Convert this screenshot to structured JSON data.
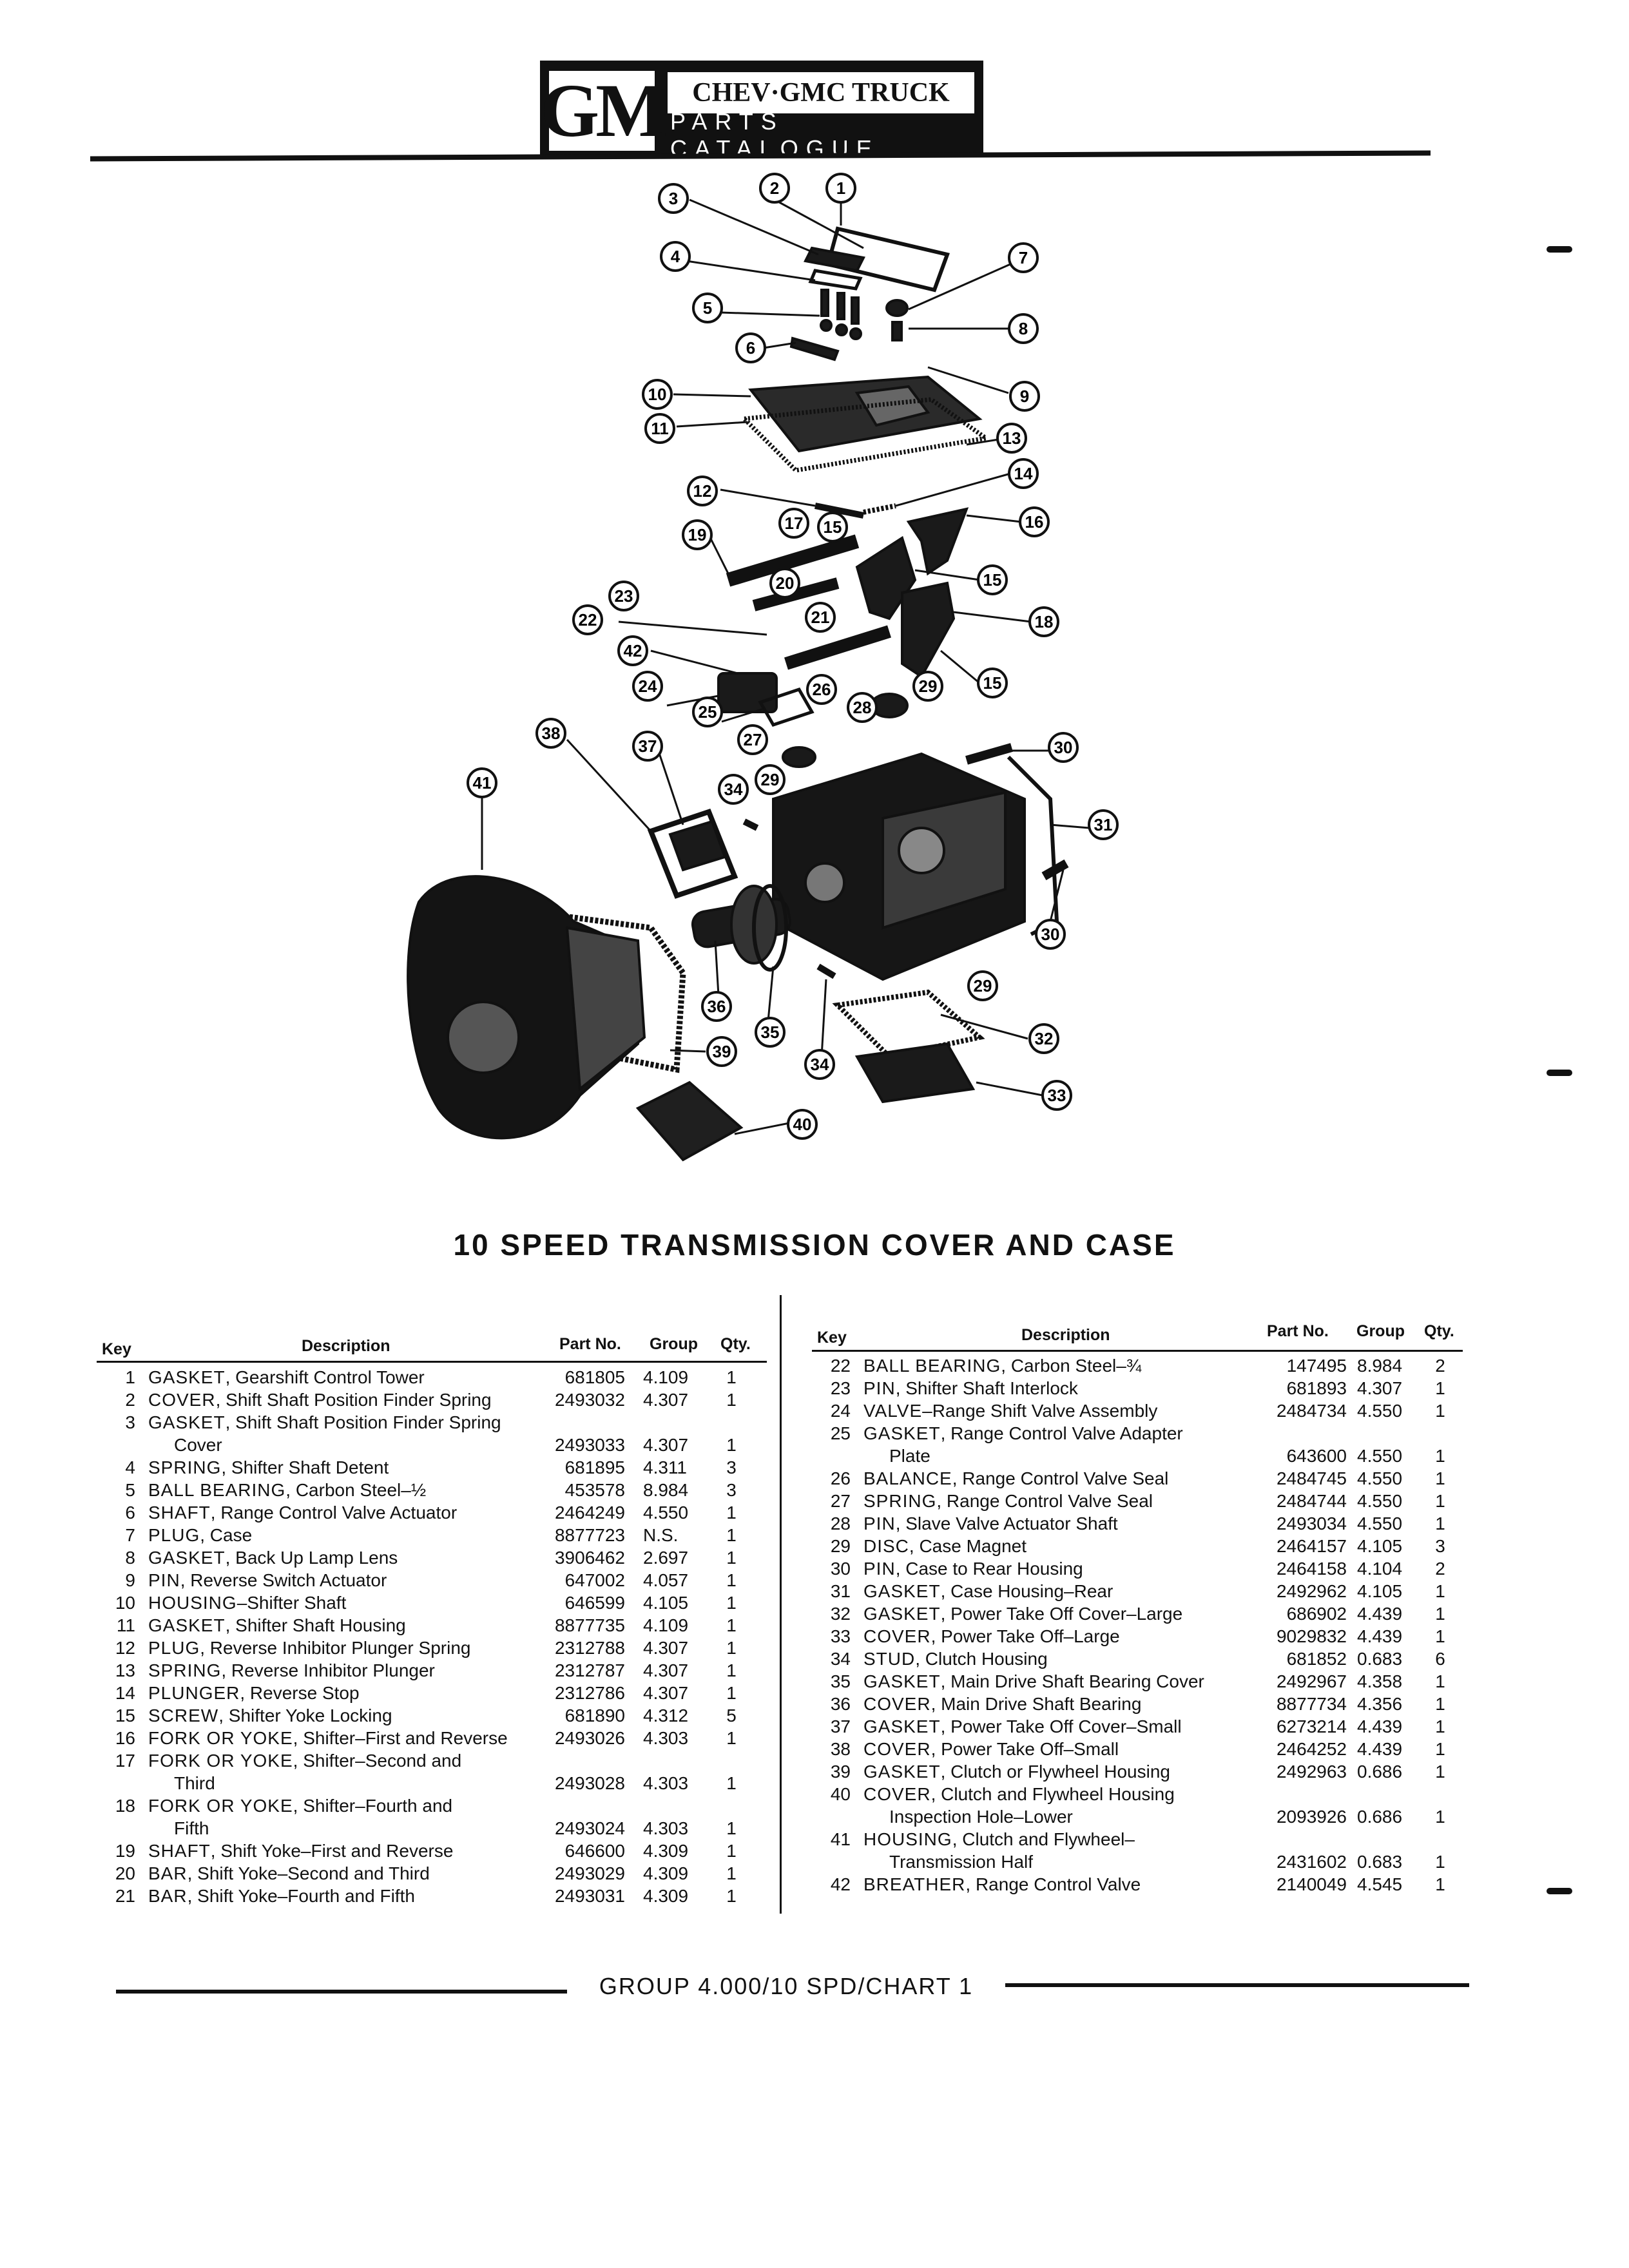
{
  "header": {
    "logo_text": "GM",
    "brand": "CHEV·GMC TRUCK",
    "subtitle": "PARTS CATALOGUE"
  },
  "diagram": {
    "callouts": [
      "1",
      "2",
      "3",
      "4",
      "5",
      "6",
      "7",
      "8",
      "9",
      "10",
      "11",
      "13",
      "14",
      "12",
      "17",
      "15",
      "16",
      "19",
      "20",
      "15",
      "23",
      "21",
      "18",
      "22",
      "42",
      "15",
      "24",
      "26",
      "29",
      "25",
      "28",
      "27",
      "38",
      "37",
      "30",
      "29",
      "34",
      "41",
      "31",
      "30",
      "29",
      "36",
      "35",
      "34",
      "39",
      "32",
      "33",
      "40"
    ]
  },
  "title": "10 SPEED TRANSMISSION COVER AND CASE",
  "table_headers": {
    "key": "Key",
    "description": "Description",
    "part_no": "Part No.",
    "group": "Group",
    "qty": "Qty."
  },
  "left_rows": [
    {
      "key": "1",
      "name": "GASKET",
      "rest": ", Gearshift Control Tower",
      "part": "681805",
      "group": "4.109",
      "qty": "1"
    },
    {
      "key": "2",
      "name": "COVER",
      "rest": ", Shift Shaft Position Finder Spring",
      "part": "2493032",
      "group": "4.307",
      "qty": "1"
    },
    {
      "key": "3",
      "name": "GASKET",
      "rest": ", Shift Shaft Position Finder Spring",
      "line2": "Cover",
      "part": "2493033",
      "group": "4.307",
      "qty": "1"
    },
    {
      "key": "4",
      "name": "SPRING",
      "rest": ", Shifter Shaft Detent",
      "part": "681895",
      "group": "4.311",
      "qty": "3"
    },
    {
      "key": "5",
      "name": "BALL BEARING",
      "rest": ", Carbon Steel–½",
      "part": "453578",
      "group": "8.984",
      "qty": "3"
    },
    {
      "key": "6",
      "name": "SHAFT",
      "rest": ", Range Control Valve Actuator",
      "part": "2464249",
      "group": "4.550",
      "qty": "1"
    },
    {
      "key": "7",
      "name": "PLUG",
      "rest": ", Case",
      "part": "8877723",
      "group": "N.S.",
      "qty": "1"
    },
    {
      "key": "8",
      "name": "GASKET",
      "rest": ", Back Up Lamp Lens",
      "part": "3906462",
      "group": "2.697",
      "qty": "1"
    },
    {
      "key": "9",
      "name": "PIN",
      "rest": ", Reverse Switch Actuator",
      "part": "647002",
      "group": "4.057",
      "qty": "1"
    },
    {
      "key": "10",
      "name": "HOUSING",
      "rest": "–Shifter Shaft",
      "part": "646599",
      "group": "4.105",
      "qty": "1"
    },
    {
      "key": "11",
      "name": "GASKET",
      "rest": ", Shifter Shaft Housing",
      "part": "8877735",
      "group": "4.109",
      "qty": "1"
    },
    {
      "key": "12",
      "name": "PLUG",
      "rest": ", Reverse Inhibitor Plunger Spring",
      "part": "2312788",
      "group": "4.307",
      "qty": "1"
    },
    {
      "key": "13",
      "name": "SPRING",
      "rest": ", Reverse Inhibitor Plunger",
      "part": "2312787",
      "group": "4.307",
      "qty": "1"
    },
    {
      "key": "14",
      "name": "PLUNGER",
      "rest": ", Reverse Stop",
      "part": "2312786",
      "group": "4.307",
      "qty": "1"
    },
    {
      "key": "15",
      "name": "SCREW",
      "rest": ", Shifter Yoke Locking",
      "part": "681890",
      "group": "4.312",
      "qty": "5"
    },
    {
      "key": "16",
      "name": "FORK OR YOKE",
      "rest": ", Shifter–First and Reverse",
      "part": "2493026",
      "group": "4.303",
      "qty": "1"
    },
    {
      "key": "17",
      "name": "FORK OR YOKE",
      "rest": ", Shifter–Second and",
      "line2": "Third",
      "part": "2493028",
      "group": "4.303",
      "qty": "1"
    },
    {
      "key": "18",
      "name": "FORK OR YOKE",
      "rest": ", Shifter–Fourth and",
      "line2": "Fifth",
      "part": "2493024",
      "group": "4.303",
      "qty": "1"
    },
    {
      "key": "19",
      "name": "SHAFT",
      "rest": ", Shift Yoke–First and Reverse",
      "part": "646600",
      "group": "4.309",
      "qty": "1"
    },
    {
      "key": "20",
      "name": "BAR",
      "rest": ", Shift Yoke–Second and Third",
      "part": "2493029",
      "group": "4.309",
      "qty": "1"
    },
    {
      "key": "21",
      "name": "BAR",
      "rest": ", Shift Yoke–Fourth and Fifth",
      "part": "2493031",
      "group": "4.309",
      "qty": "1"
    }
  ],
  "right_rows": [
    {
      "key": "22",
      "name": "BALL BEARING",
      "rest": ", Carbon Steel–¾",
      "part": "147495",
      "group": "8.984",
      "qty": "2"
    },
    {
      "key": "23",
      "name": "PIN",
      "rest": ", Shifter Shaft Interlock",
      "part": "681893",
      "group": "4.307",
      "qty": "1"
    },
    {
      "key": "24",
      "name": "VALVE",
      "rest": "–Range Shift Valve Assembly",
      "part": "2484734",
      "group": "4.550",
      "qty": "1"
    },
    {
      "key": "25",
      "name": "GASKET",
      "rest": ", Range Control Valve Adapter",
      "line2": "Plate",
      "part": "643600",
      "group": "4.550",
      "qty": "1"
    },
    {
      "key": "26",
      "name": "BALANCE",
      "rest": ", Range Control Valve Seal",
      "part": "2484745",
      "group": "4.550",
      "qty": "1"
    },
    {
      "key": "27",
      "name": "SPRING",
      "rest": ", Range Control Valve Seal",
      "part": "2484744",
      "group": "4.550",
      "qty": "1"
    },
    {
      "key": "28",
      "name": "PIN",
      "rest": ", Slave Valve Actuator Shaft",
      "part": "2493034",
      "group": "4.550",
      "qty": "1"
    },
    {
      "key": "29",
      "name": "DISC",
      "rest": ", Case Magnet",
      "part": "2464157",
      "group": "4.105",
      "qty": "3"
    },
    {
      "key": "30",
      "name": "PIN",
      "rest": ", Case to Rear Housing",
      "part": "2464158",
      "group": "4.104",
      "qty": "2"
    },
    {
      "key": "31",
      "name": "GASKET",
      "rest": ", Case Housing–Rear",
      "part": "2492962",
      "group": "4.105",
      "qty": "1"
    },
    {
      "key": "32",
      "name": "GASKET",
      "rest": ", Power Take Off Cover–Large",
      "part": "686902",
      "group": "4.439",
      "qty": "1"
    },
    {
      "key": "33",
      "name": "COVER",
      "rest": ", Power Take Off–Large",
      "part": "9029832",
      "group": "4.439",
      "qty": "1"
    },
    {
      "key": "34",
      "name": "STUD",
      "rest": ", Clutch Housing",
      "part": "681852",
      "group": "0.683",
      "qty": "6"
    },
    {
      "key": "35",
      "name": "GASKET",
      "rest": ", Main Drive Shaft Bearing Cover",
      "part": "2492967",
      "group": "4.358",
      "qty": "1"
    },
    {
      "key": "36",
      "name": "COVER",
      "rest": ", Main Drive Shaft Bearing",
      "part": "8877734",
      "group": "4.356",
      "qty": "1"
    },
    {
      "key": "37",
      "name": "GASKET",
      "rest": ", Power Take Off Cover–Small",
      "part": "6273214",
      "group": "4.439",
      "qty": "1"
    },
    {
      "key": "38",
      "name": "COVER",
      "rest": ", Power Take Off–Small",
      "part": "2464252",
      "group": "4.439",
      "qty": "1"
    },
    {
      "key": "39",
      "name": "GASKET",
      "rest": ", Clutch or Flywheel Housing",
      "part": "2492963",
      "group": "0.686",
      "qty": "1"
    },
    {
      "key": "40",
      "name": "COVER",
      "rest": ", Clutch and Flywheel Housing",
      "line2": "Inspection Hole–Lower",
      "part": "2093926",
      "group": "0.686",
      "qty": "1"
    },
    {
      "key": "41",
      "name": "HOUSING",
      "rest": ", Clutch and Flywheel–",
      "line2": "Transmission Half",
      "part": "2431602",
      "group": "0.683",
      "qty": "1"
    },
    {
      "key": "42",
      "name": "BREATHER",
      "rest": ", Range Control Valve",
      "part": "2140049",
      "group": "4.545",
      "qty": "1"
    }
  ],
  "footer": "GROUP 4.000/10 SPD/CHART 1"
}
